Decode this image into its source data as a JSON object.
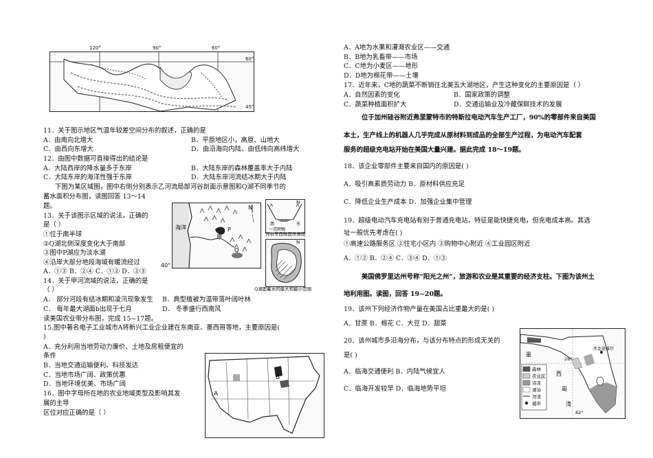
{
  "map_top": {
    "lon_labels": [
      "120°",
      "90°",
      "60°"
    ],
    "lat_labels": [
      "60°",
      "45°"
    ]
  },
  "left": {
    "q11": "11．关于图示地区气温年较差空间分布的叙述，正确的是",
    "q11_a": "A．由南向北增大",
    "q11_b": "B．平原地区小，高原、山地大",
    "q11_c": "C．由西向东增大",
    "q11_d": "D．由沿海向内陆、由低纬向高纬增大",
    "q12": "12．由图中数据可直接得出的结论是",
    "q12_a": "A．大陆西岸的降水量多于东岸",
    "q12_b": "B．大陆东岸的森林覆盖率大于内陆",
    "q12_c": "C．大陆东岸的海洋性强于东岸",
    "q12_d": "D．大陆东岸河流结冰期大于内陆",
    "intro13_1": "下图为某区域图，图中右侧分别表示乙河流局部河谷剖面示意图和Q湖不同季节的",
    "intro13_2": "蓄水面积分布图，读图回答 13～14",
    "intro13_3": "题。",
    "q13": "13．关于该图示区域的说法，正确的",
    "q13_2": "是（     ）",
    "q13_o1": "①位于南半球",
    "q13_o2": "②Q湖北侧深度变化大于南部",
    "q13_o3": "③图中P湖应为淡水湖",
    "q13_o4": "④沿岸大部分地段海域有暖流经过",
    "q13_ans": "A．①③    B．②④    C．①②    D．②③",
    "q14": "14．关于甲河流域的说法，正确的是",
    "q14_2": "（     ）",
    "q14_a": "A．  部分河段有结冰期和凌汛现象发生",
    "q14_b": "B．典型植被为温带落叶阔叶林",
    "q14_c": "C．  每年最大湖面b出现于七月",
    "q14_d": "D．  冬季盛行西南风",
    "intro15": "读美国农业带分布图，完成 15~17题。",
    "q15": "15.图中著名电子工业城市A将新兴工业企业建在东南亚、墨西哥等地，主要原因是(",
    "q15_2": ")",
    "q15_a": "A．充分利用当地劳动力廉价、土地及房租便宜的",
    "q15_a2": "条件",
    "q15_b": "B．当地交通运输便利、科技发达",
    "q15_c": "C．当地市场广阔、政策优惠",
    "q15_d": "D．当地环境优美、市场广阔",
    "q16": "16．图中字母所在地的农业地域类型及影响其发",
    "q16_2": "展的主导",
    "q16_3": "区位对应正确的是（     ）"
  },
  "map_mid": {
    "sea_label": "海洋",
    "label_jia": "甲",
    "label_p": "P",
    "label_q": "Q",
    "lat_label": "40°",
    "label_n": "N",
    "profile_label": "一沉积物",
    "profile_caption": "河谷东西剖面示意图",
    "profile_west": "西",
    "profile_east": "东",
    "lake_n": "N",
    "lake_caption": "Q湖面蓄水的最大和最小范围"
  },
  "map_us": {
    "label_a": "A",
    "label_b": "B"
  },
  "right": {
    "opt_a": "A．A地为水果和灌溉农业区——交通",
    "opt_b": "B．B地为乳畜带——市场",
    "opt_c": "C．C地为小麦区——地形",
    "opt_d": "D．D地为棉花带——土壤",
    "q17": "17．近年来，C地的蔬菜不断销往北美五大湖地区，产生这种变化的主要原因是（     ）",
    "q17_a": "A．自然因素的变化",
    "q17_b": "B．国家政策的调整",
    "q17_c": "C．蔬菜种植面积扩大",
    "q17_d": "D．交通运输业及冷藏保鲜技术的发展",
    "intro18_1": "位于加州硅谷附近弗里蒙特市的特斯拉电动汽车生产工厂，90%的零部件来自美国",
    "intro18_2": "本土，生产线上的机器人几乎完成从原材料到成品的全部生产过程，为电动汽车配套",
    "intro18_3": "服务的超级充电站开始在美国大量兴建。据此完成 18～19题。",
    "q18": "18．该企业零部件主要来自国内的原因是(      )",
    "q18_ab": "A．吸引高素质劳动力  B．原材料供应充足",
    "q18_cd": "C．降低企业生产成本  D．加强企业集中管理",
    "q19": "19．超级电动汽车充电站有别于普通充电站，特征是能快捷充电，但充电成本高。其选",
    "q19_2": "址一般优先考虑在(      )",
    "q19_opts": "①高速公路服务区    ②住宅小区内   ③购物中心附近   ④工业园区附近",
    "q19_ans": "A．①②  B．②④  C．③④  D．①③",
    "intro19_1": "美国佛罗里达州号称“阳光之州”，旅游和农业是其重要的经济支柱。下图为该州土",
    "intro19_2": "地利用图。读图，回答 19~20题。",
    "q19b": "19．该州下列经济作物产量在美国占比重最大的是(      )",
    "q19b_ans": "A．甘蔗  B．棉花  C．大豆  D．甜菜",
    "q20": "20．该州城市多沿海分布，与该分布特点的形成无关的",
    "q20_2": "是(      )",
    "q20_ab": "A．临海交通便利    B．内陆气候宜人",
    "q20_cd": "C．临海开发较早    D．临海地势平坦"
  },
  "map_fl": {
    "sea_mexico": "墨",
    "gulf_west": "西",
    "gulf_ge": "哥",
    "gulf_wan": "湾",
    "lat_28": "28°",
    "lon_82": "82°",
    "city": "杰克逊维尔",
    "legend": [
      "森林",
      "农业区",
      "沼泽",
      "湖泊",
      "河流",
      "城市"
    ]
  }
}
